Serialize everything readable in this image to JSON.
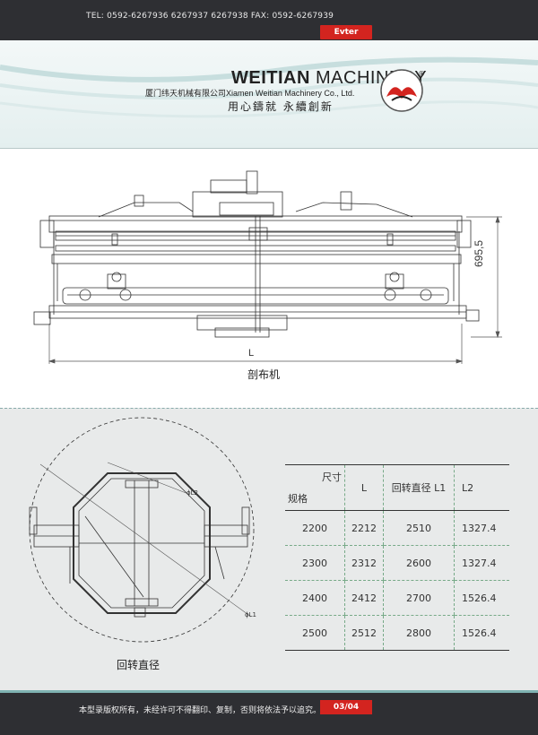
{
  "topbar": {
    "contact": "TEL: 0592-6267936 6267937 6267938   FAX: 0592-6267939",
    "lang_button": "Evter"
  },
  "header": {
    "brand_bold": "WEITIAN",
    "brand_light": " MACHINERY",
    "company": "厦门纬天机械有限公司Xiamen Weitian Machinery Co., Ltd.",
    "slogan": "用心鑄就  永續創新",
    "registered": "®"
  },
  "section1": {
    "caption": "剖布机",
    "dim_length": "L",
    "dim_height": "695,5"
  },
  "section2": {
    "caption": "回转直径",
    "label_l1": "ϕL1",
    "label_l2": "ϕL2"
  },
  "table": {
    "corner_top": "尺寸",
    "corner_bottom": "规格",
    "headers": [
      "L",
      "回转直径 L1",
      "L2"
    ],
    "rows": [
      [
        "2200",
        "2212",
        "2510",
        "1327.4"
      ],
      [
        "2300",
        "2312",
        "2600",
        "1327.4"
      ],
      [
        "2400",
        "2412",
        "2700",
        "1526.4"
      ],
      [
        "2500",
        "2512",
        "2800",
        "1526.4"
      ]
    ]
  },
  "footer": {
    "note": "本型录版权所有，未经许可不得翻印、复制，否则将依法予以追究。",
    "page": "03/04"
  },
  "colors": {
    "accent_red": "#d3241f",
    "dark_bar": "#2e2f33",
    "teal_line": "#7fb2b2"
  }
}
